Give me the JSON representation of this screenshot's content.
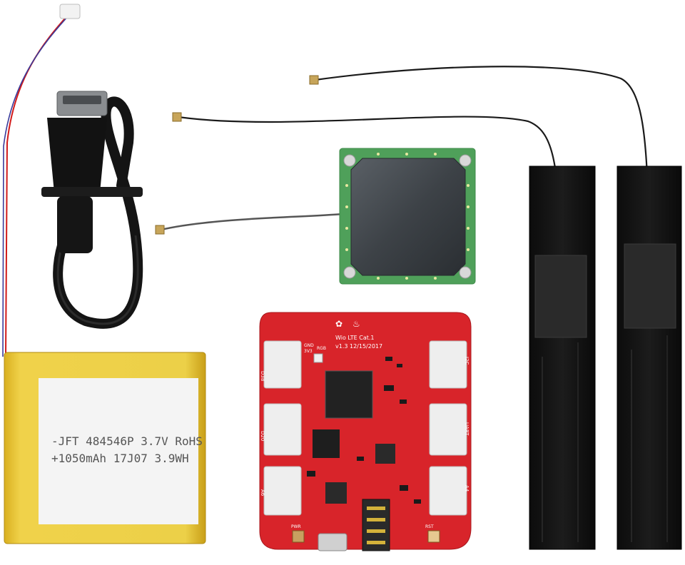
{
  "scene": {
    "battery_label": {
      "line1": "-JFT 484546P 3.7V RoHS",
      "line2": "+1050mAh 17J07 3.9WH"
    },
    "board_label": {
      "title": "Wio LTE Cat.1",
      "version": "v1.3 12/15/2017"
    },
    "board_silkscreen": {
      "d38": "D38",
      "d20": "D20",
      "a6": "A6",
      "i2c": "I2C",
      "uart": "UART",
      "a4": "A4",
      "rgb": "RGB",
      "pwr": "PWR",
      "rst": "RST",
      "gnd": "GND",
      "v33": "3V3"
    },
    "colors": {
      "pcb_red": "#d8242a",
      "battery_gold": "#e8c63a",
      "gps_green": "#4fa05a",
      "antenna_black": "#151515"
    }
  }
}
